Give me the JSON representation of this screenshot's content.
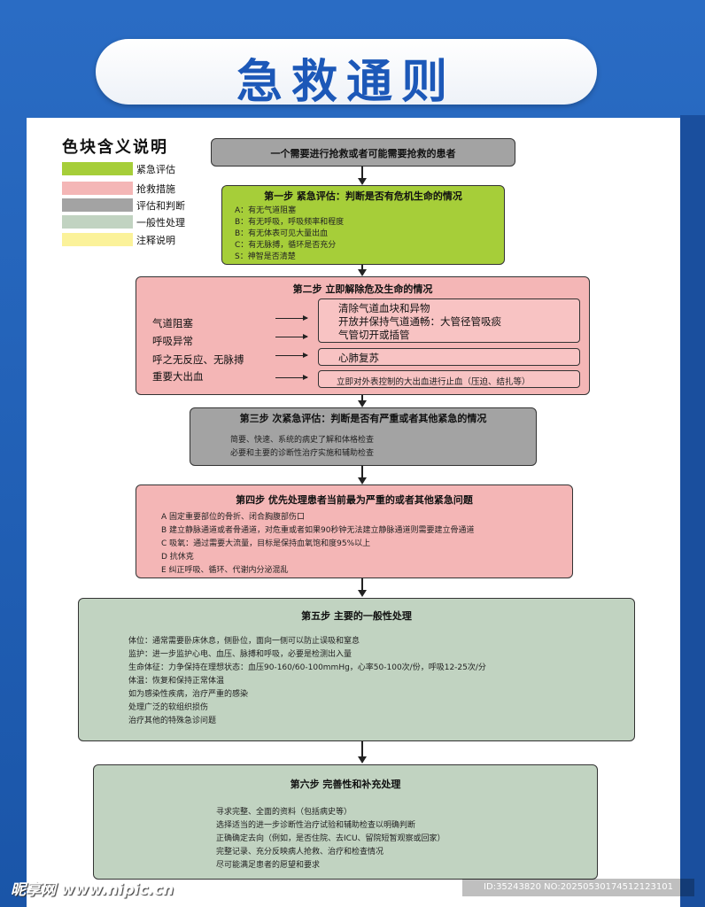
{
  "title": "急救通则",
  "legend": {
    "title": "色块含义说明",
    "items": [
      {
        "label": "紧急评估",
        "color": "#a6ce39"
      },
      {
        "label": "抢救措施",
        "color": "#f4b6b6"
      },
      {
        "label": "评估和判断",
        "color": "#a3a3a3"
      },
      {
        "label": "一般性处理",
        "color": "#c1d3c1"
      },
      {
        "label": "注释说明",
        "color": "#fbf29a"
      }
    ]
  },
  "start": "一个需要进行抢救或者可能需要抢救的患者",
  "step1": {
    "title": "第一步  紧急评估：判断是否有危机生命的情况",
    "lines": [
      "A：有无气道阻塞",
      "B：有无呼吸，呼吸频率和程度",
      "B：有无体表可见大量出血",
      "C：有无脉搏，循环是否充分",
      "S：神智是否清楚"
    ]
  },
  "step2": {
    "title": "第二步  立即解除危及生命的情况",
    "conditions": [
      "气道阻塞",
      "呼吸异常",
      "呼之无反应、无脉搏",
      "重要大出血"
    ],
    "actions": {
      "airway": [
        "清除气道血块和异物",
        "开放并保持气道通畅：大管径管吸痰",
        "气管切开或插管"
      ],
      "cpr": "心肺复苏",
      "bleeding": "立即对外表控制的大出血进行止血（压迫、结扎等）"
    }
  },
  "step3": {
    "title": "第三步  次紧急评估：判断是否有严重或者其他紧急的情况",
    "lines": [
      "简要、快速、系统的病史了解和体格检查",
      "必要和主要的诊断性治疗实施和辅助检查"
    ]
  },
  "step4": {
    "title": "第四步  优先处理患者当前最为严重的或者其他紧急问题",
    "lines": [
      "A  固定重要部位的骨折、闭合胸腹部伤口",
      "B  建立静脉通道或者骨通道，对危重或者如果90秒钟无法建立静脉通道则需要建立骨通道",
      "C  吸氧：通过需要大流量，目标是保持血氧饱和度95%以上",
      "D  抗休克",
      "E  纠正呼吸、循环、代谢内分泌混乱"
    ]
  },
  "step5": {
    "title": "第五步  主要的一般性处理",
    "lines": [
      "体位：通常需要卧床休息，侧卧位，面向一侧可以防止误吸和窒息",
      "监护：进一步监护心电、血压、脉搏和呼吸，必要是检测出入量",
      "生命体征：力争保持在理想状态：血压90-160/60-100mmHg，心率50-100次/份，呼吸12-25次/分",
      "体温：恢复和保持正常体温",
      "如为感染性疾病，治疗严重的感染",
      "处理广泛的软组织损伤",
      "治疗其他的特殊急诊问题"
    ]
  },
  "step6": {
    "title": "第六步  完善性和补充处理",
    "lines": [
      "寻求完整、全面的资料（包括病史等）",
      "选择适当的进一步诊断性治疗试验和辅助检查以明确判断",
      "正确确定去向（例如，是否住院、去ICU、留院短暂观察或回家）",
      "完整记录、充分反映病人抢救、治疗和检查情况",
      "尽可能满足患者的愿望和要求"
    ]
  },
  "footer": {
    "logo": "昵享网 www.nipic.cn",
    "id": "ID:35243820 NO:20250530174512123101"
  }
}
